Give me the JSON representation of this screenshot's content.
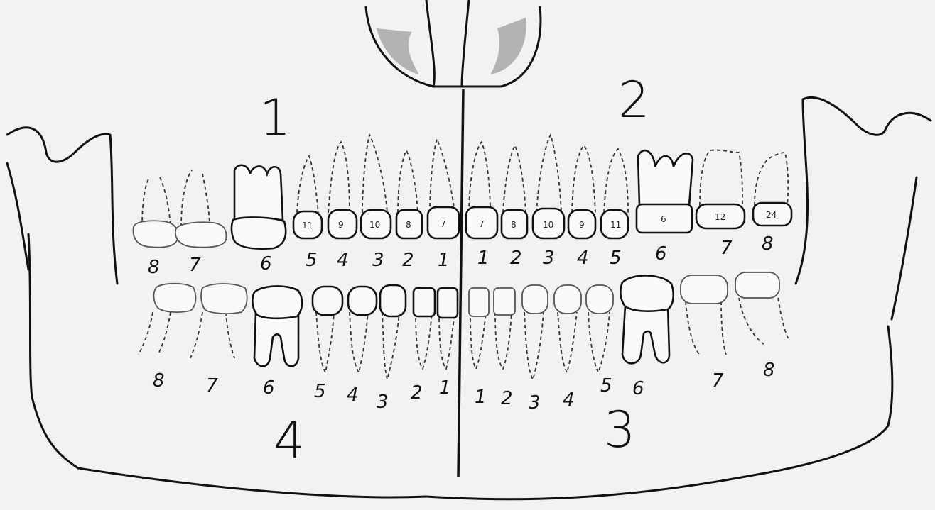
{
  "quadrants": {
    "q1": "1",
    "q2": "2",
    "q3": "3",
    "q4": "4"
  },
  "upper_right_tooth_numbers": [
    "8",
    "7",
    "6",
    "5",
    "4",
    "3",
    "2",
    "1"
  ],
  "upper_left_tooth_numbers": [
    "1",
    "2",
    "3",
    "4",
    "5",
    "6",
    "7",
    "8"
  ],
  "lower_right_tooth_numbers": [
    "8",
    "7",
    "6",
    "5",
    "4",
    "3",
    "2",
    "1"
  ],
  "lower_left_tooth_numbers": [
    "1",
    "2",
    "3",
    "4",
    "5",
    "6",
    "7",
    "8"
  ],
  "upper_right_crown_labels": [
    "",
    "",
    "",
    "11",
    "9",
    "10",
    "8",
    "7"
  ],
  "upper_left_crown_labels": [
    "7",
    "8",
    "10",
    "9",
    "11",
    "6",
    "12",
    "24"
  ]
}
